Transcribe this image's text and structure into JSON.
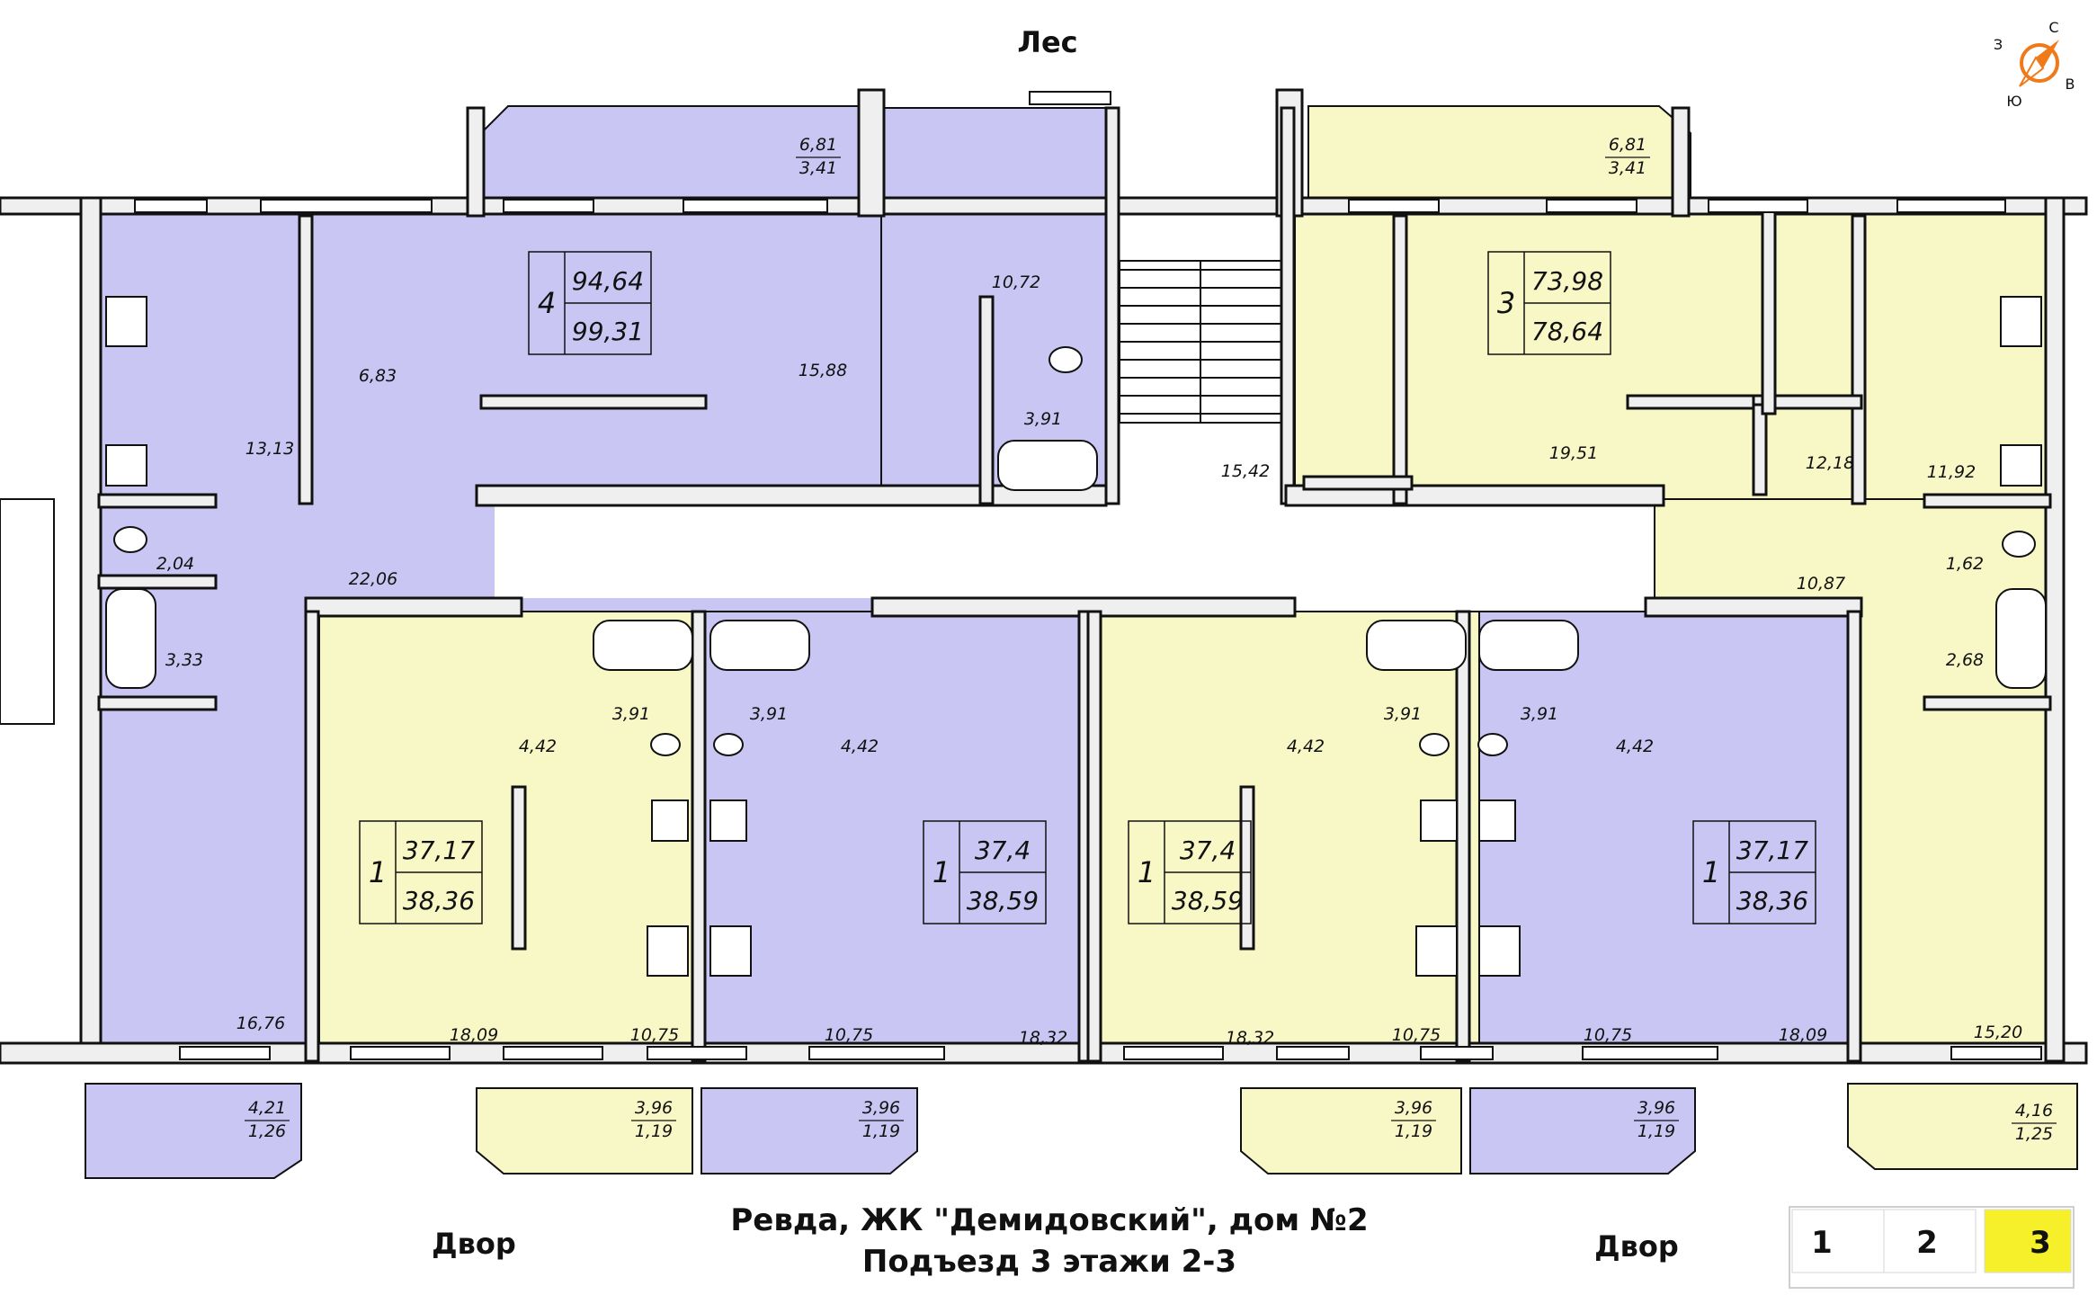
{
  "header": {
    "north_label": "Лес"
  },
  "compass": {
    "n": "С",
    "w": "З",
    "e": "В",
    "s": "Ю",
    "accent": "#f07a1a"
  },
  "colors": {
    "blue": "#c9c6f3",
    "yellow": "#f8f8c6",
    "wall": "#efefef",
    "tab_active": "#f5f02a"
  },
  "apartments": [
    {
      "id": "apt-4",
      "rooms": "4",
      "area_living": "94,64",
      "area_total": "99,31"
    },
    {
      "id": "apt-3",
      "rooms": "3",
      "area_living": "73,98",
      "area_total": "78,64"
    },
    {
      "id": "apt-1a",
      "rooms": "1",
      "area_living": "37,17",
      "area_total": "38,36"
    },
    {
      "id": "apt-1b",
      "rooms": "1",
      "area_living": "37,4",
      "area_total": "38,59"
    },
    {
      "id": "apt-1c",
      "rooms": "1",
      "area_living": "37,4",
      "area_total": "38,59"
    },
    {
      "id": "apt-1d",
      "rooms": "1",
      "area_living": "37,17",
      "area_total": "38,36"
    }
  ],
  "room_labels": {
    "r1": "6,81",
    "r2": "3,41",
    "r3": "6,81",
    "r4": "3,41",
    "r5": "10,72",
    "r6": "6,83",
    "r7": "15,88",
    "r8": "3,91",
    "r9": "13,13",
    "r10": "15,42",
    "r11": "19,51",
    "r12": "12,18",
    "r13": "11,92",
    "r14": "2,04",
    "r15": "22,06",
    "r16": "3,33",
    "r17": "1,62",
    "r18": "10,87",
    "r19": "2,68",
    "r20": "3,91",
    "r21": "3,91",
    "r22": "3,91",
    "r23": "3,91",
    "r24": "4,42",
    "r25": "4,42",
    "r26": "4,42",
    "r27": "4,42",
    "r28": "16,76",
    "r29": "18,09",
    "r30": "10,75",
    "r31": "10,75",
    "r32": "18,32",
    "r33": "18,32",
    "r34": "10,75",
    "r35": "10,75",
    "r36": "18,09",
    "r37": "15,20",
    "r38": "4,21",
    "r39": "1,26",
    "r40": "3,96",
    "r41": "1,19",
    "r42": "3,96",
    "r43": "1,19",
    "r44": "3,96",
    "r45": "1,19",
    "r46": "3,96",
    "r47": "1,19",
    "r48": "4,16",
    "r49": "1,25"
  },
  "footer": {
    "yard_left": "Двор",
    "yard_right": "Двор",
    "title_line1": "Ревда, ЖК \"Демидовский\", дом №2",
    "title_line2": "Подъезд 3 этажи 2-3"
  },
  "floor_tabs": [
    {
      "label": "1",
      "active": false
    },
    {
      "label": "2",
      "active": false
    },
    {
      "label": "3",
      "active": true
    }
  ]
}
